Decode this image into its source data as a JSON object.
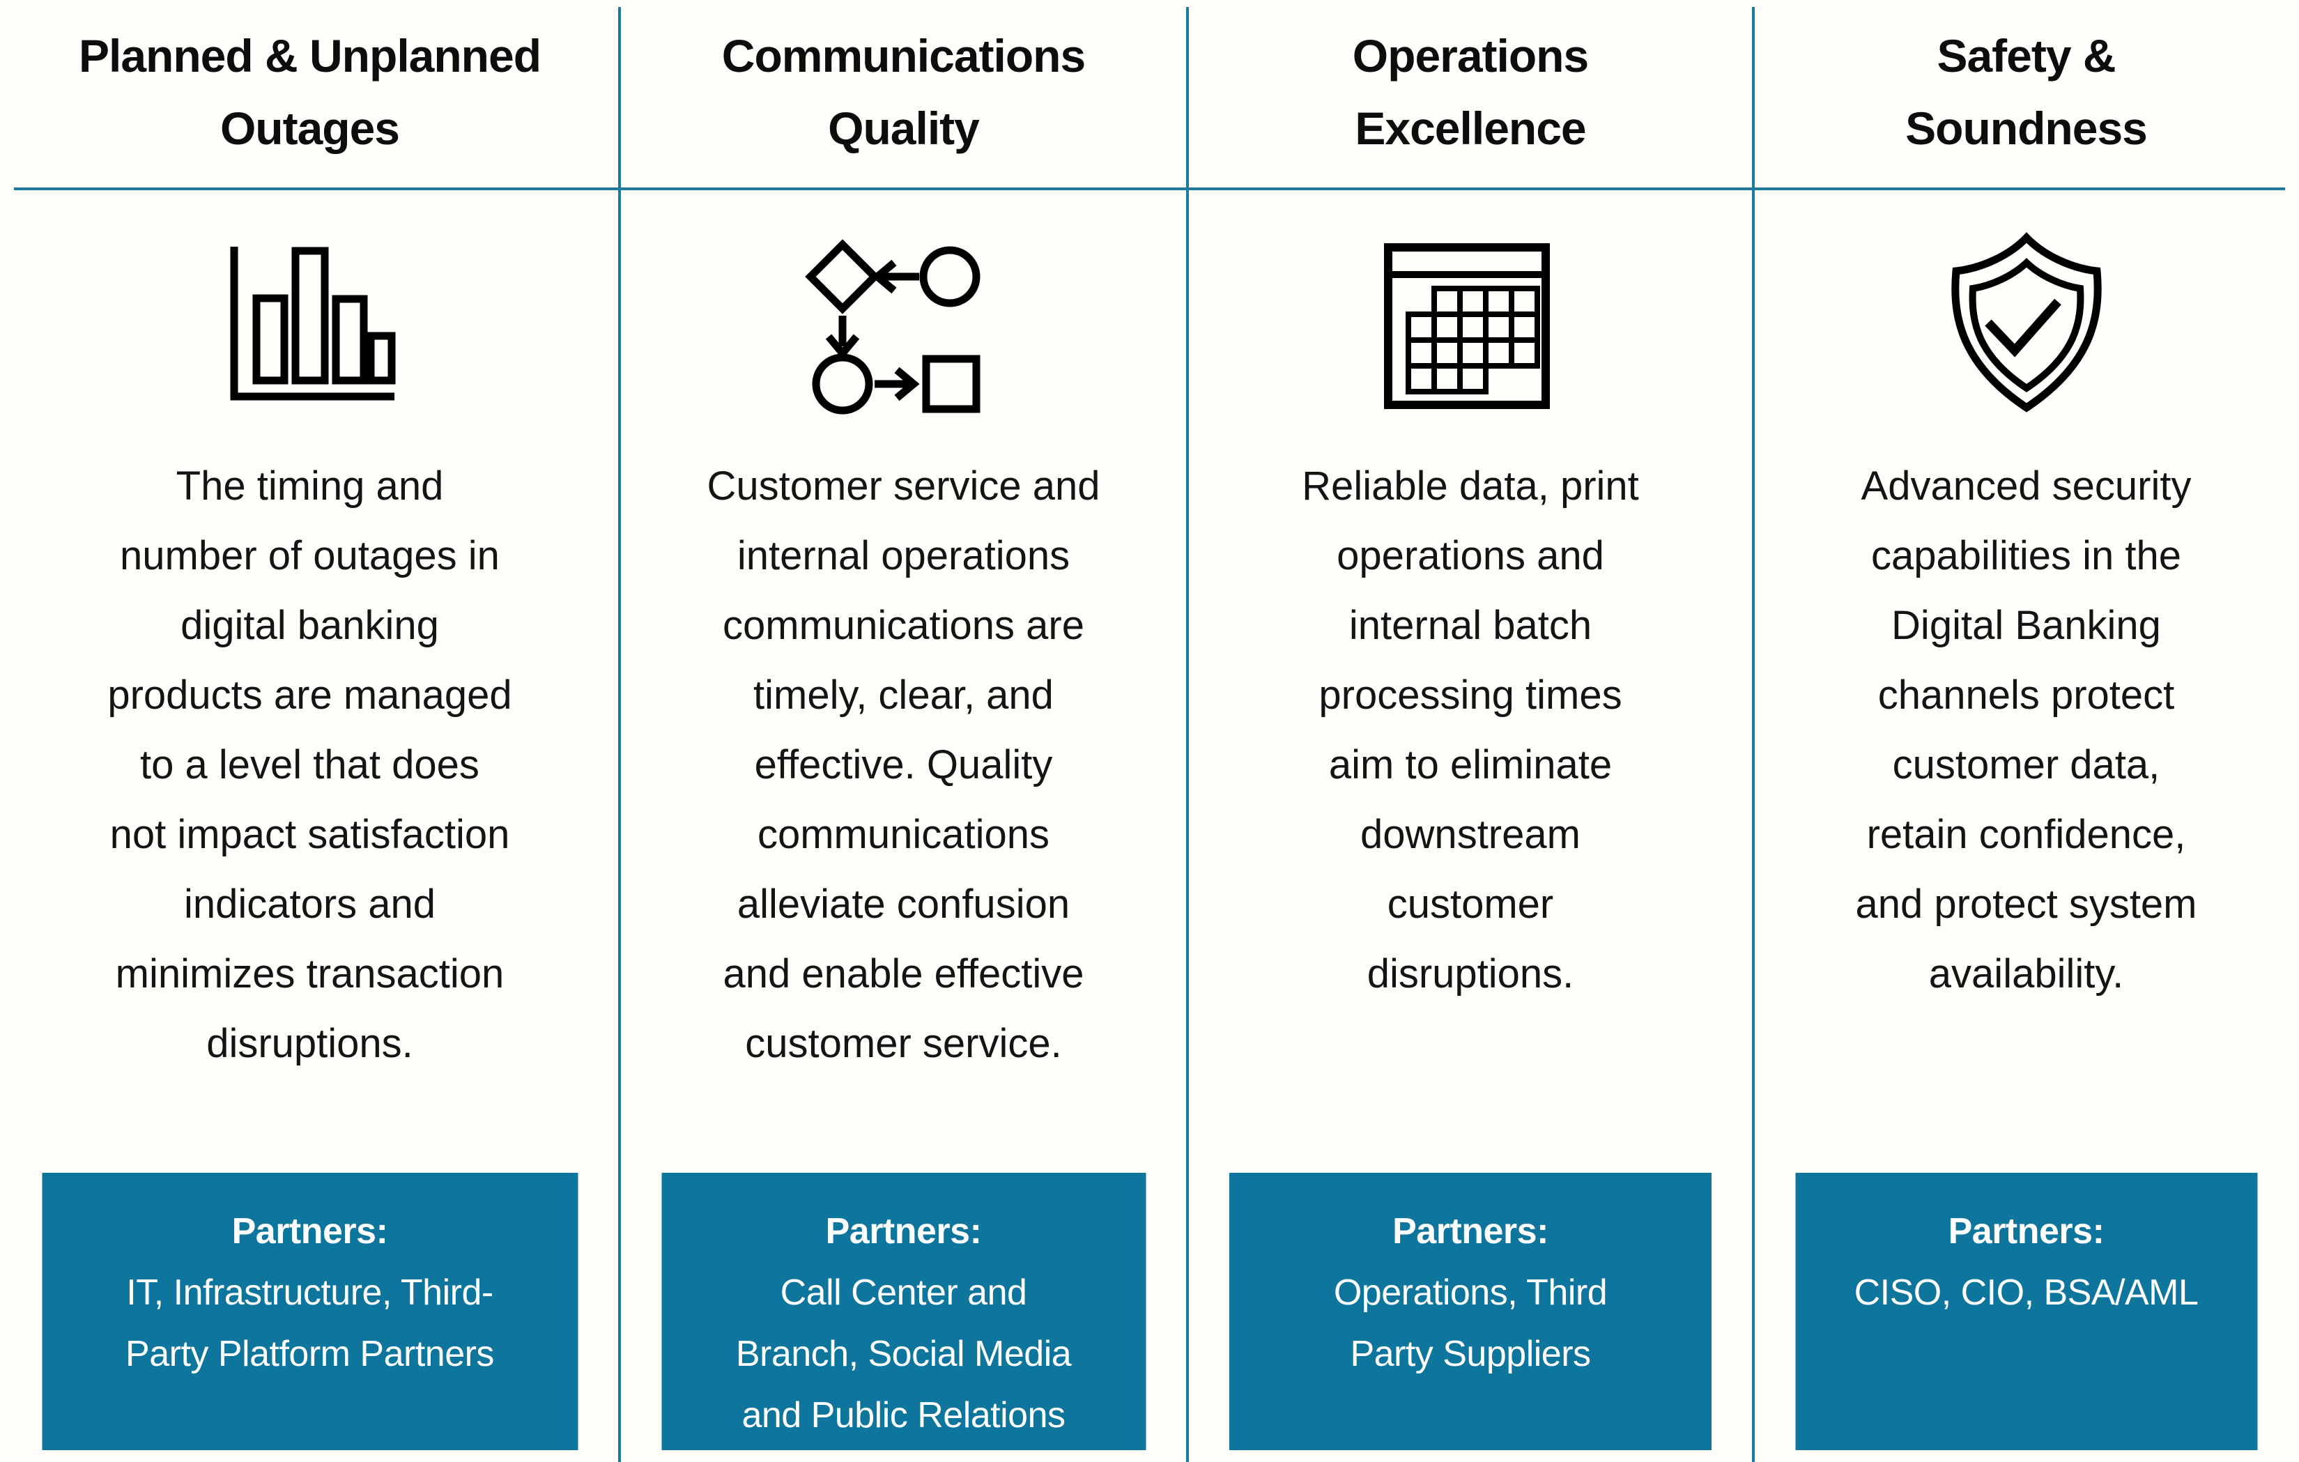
{
  "page": {
    "background": "#fffefb",
    "accent_box_teal": "#0e759c",
    "divider_teal": "#1c7b9d",
    "text_color": "#111111",
    "partners_text_color": "#ffffff"
  },
  "columns": [
    {
      "title": "Planned & Unplanned\nOutages",
      "icon": "bar-chart-icon",
      "description": "The timing and\nnumber of outages in\ndigital banking\nproducts are managed\nto a level that does\nnot impact satisfaction\nindicators and\nminimizes transaction\ndisruptions.",
      "partners_label": "Partners:",
      "partners": "IT, Infrastructure, Third-\nParty Platform Partners"
    },
    {
      "title": "Communications\nQuality",
      "icon": "flowchart-icon",
      "description": "Customer service and\ninternal operations\ncommunications are\ntimely, clear, and\neffective.  Quality\ncommunications\nalleviate confusion\nand enable effective\ncustomer service.",
      "partners_label": "Partners:",
      "partners": "Call Center and\nBranch, Social Media\nand Public Relations"
    },
    {
      "title": "Operations\nExcellence",
      "icon": "calendar-grid-icon",
      "description": "Reliable data, print\noperations and\ninternal batch\nprocessing times\naim to eliminate\ndownstream\ncustomer\ndisruptions.",
      "partners_label": "Partners:",
      "partners": "Operations, Third\nParty Suppliers"
    },
    {
      "title": "Safety &\nSoundness",
      "icon": "shield-check-icon",
      "description": "Advanced security\ncapabilities in the\nDigital Banking\nchannels protect\ncustomer data,\nretain confidence,\nand protect system\navailability.",
      "partners_label": "Partners:",
      "partners": "CISO, CIO, BSA/AML"
    }
  ]
}
